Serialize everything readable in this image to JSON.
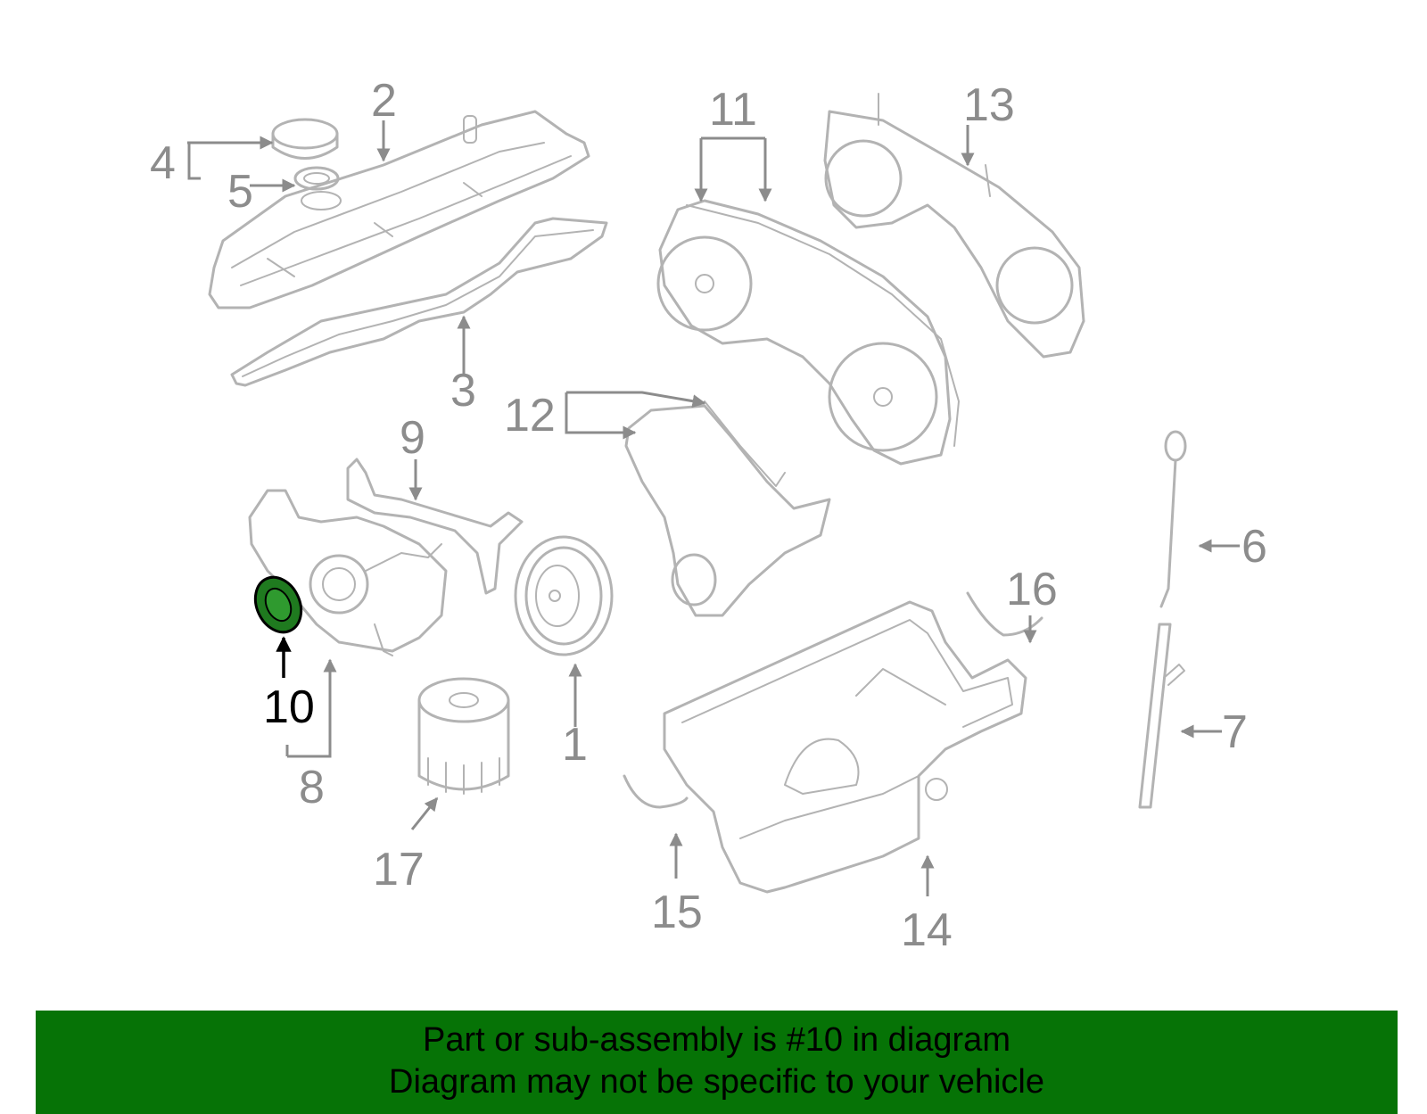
{
  "callouts": {
    "c1": "1",
    "c2": "2",
    "c3": "3",
    "c4": "4",
    "c5": "5",
    "c6": "6",
    "c7": "7",
    "c8": "8",
    "c9": "9",
    "c10": "10",
    "c11": "11",
    "c12": "12",
    "c13": "13",
    "c14": "14",
    "c15": "15",
    "c16": "16",
    "c17": "17"
  },
  "highlighted_part": "10",
  "colors": {
    "banner_background": "#067306",
    "banner_text": "#000000",
    "part_outline": "#b3b3b3",
    "callout_text": "#8c8c8c",
    "highlight_fill": "#1f7a1f",
    "highlight_text": "#000000"
  },
  "banner": {
    "line1": "Part or sub-assembly is #10 in diagram",
    "line2": "Diagram may not be specific to your vehicle"
  }
}
